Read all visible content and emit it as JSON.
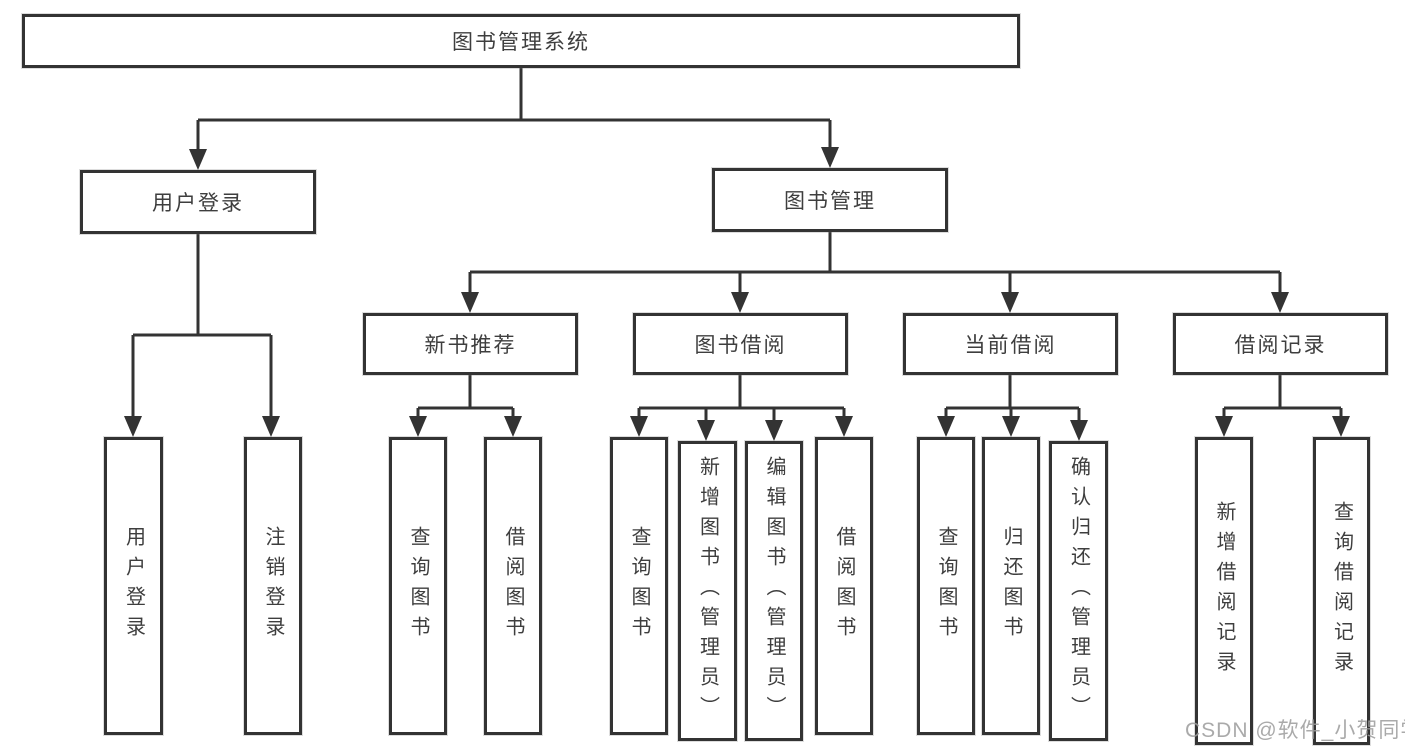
{
  "colors": {
    "line": "#333333",
    "text": "#3e3e3e",
    "watermark": "#9c9c9c",
    "bg": "#ffffff"
  },
  "watermark": "CSDN @软件_小贺同学",
  "nodes": {
    "root": "图书管理系统",
    "user_login": "用户登录",
    "book_management": "图书管理",
    "new_book_recommend": "新书推荐",
    "book_borrowing": "图书借阅",
    "current_borrowing": "当前借阅",
    "borrowing_records": "借阅记录",
    "leaf_user_login": "用户登录",
    "leaf_logout": "注销登录",
    "leaf_query_books_recommend": "查询图书",
    "leaf_borrow_books_recommend": "借阅图书",
    "leaf_query_books_borrowing": "查询图书",
    "leaf_add_book_admin": "新增图书（管理员）",
    "leaf_edit_book_admin": "编辑图书（管理员）",
    "leaf_borrow_books_borrowing": "借阅图书",
    "leaf_query_books_current": "查询图书",
    "leaf_return_books": "归还图书",
    "leaf_confirm_return_admin": "确认归还（管理员）",
    "leaf_add_borrow_record": "新增借阅记录",
    "leaf_query_borrow_record": "查询借阅记录"
  }
}
